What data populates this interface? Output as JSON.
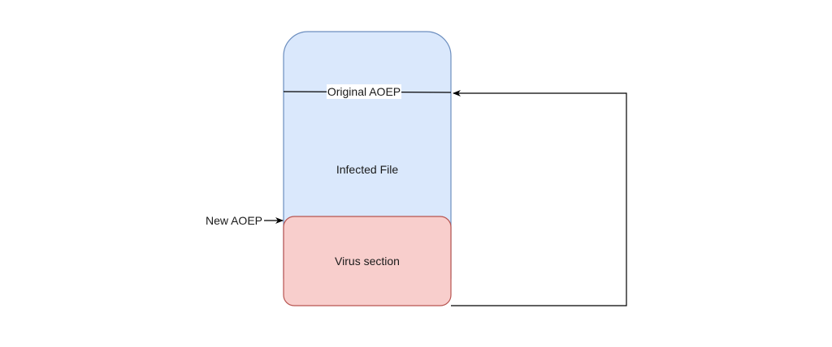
{
  "diagram": {
    "original_aoep_label": "Original AOEP",
    "infected_file_label": "Infected File",
    "new_aoep_label": "New AOEP",
    "virus_section_label": "Virus section",
    "colors": {
      "file_fill": "#dae8fc",
      "file_stroke": "#6c8ebf",
      "virus_fill": "#f8cecc",
      "virus_stroke": "#b85450",
      "line": "#000000"
    }
  }
}
